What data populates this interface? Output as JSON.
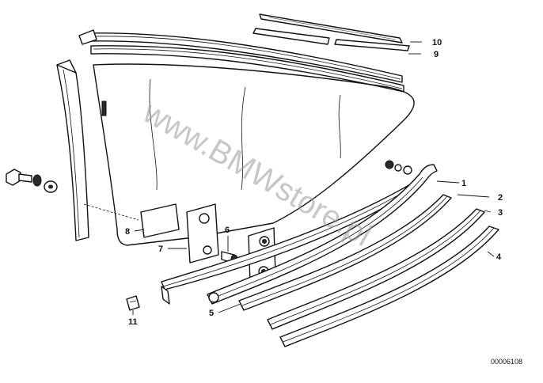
{
  "diagram": {
    "watermark": "www.BMWstore.pl",
    "reference_number": "00006108",
    "part_labels": [
      "1",
      "2",
      "3",
      "4",
      "5",
      "6",
      "7",
      "8",
      "9",
      "10",
      "11"
    ]
  }
}
